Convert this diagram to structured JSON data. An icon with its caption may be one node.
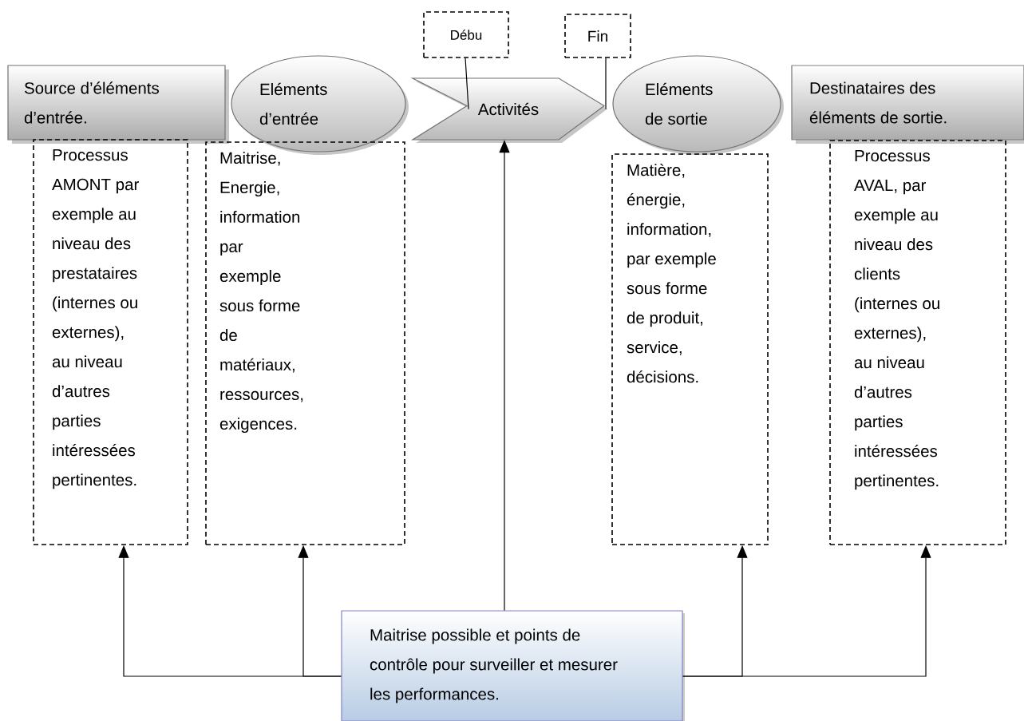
{
  "diagram": {
    "nodes": [
      {
        "text": [
          "Source d’éléments d’entrée."
        ]
      },
      {
        "text": [
          "Processus AMONT par exemple au niveau des prestataires (internes ou externes), au niveau d’autres parties intéressées pertinentes."
        ]
      },
      {
        "text": [
          "Eléments d’entrée"
        ]
      },
      {
        "text": [
          "Maitrise, Energie, information par exemple sous forme de matériaux, ressources, exigences."
        ]
      },
      {
        "text": [
          "Activités"
        ]
      },
      {
        "text": [
          "Débu"
        ]
      },
      {
        "text": [
          "Fin"
        ]
      },
      {
        "text": [
          "Eléments de sortie"
        ]
      },
      {
        "text": [
          "Matière, énergie, information, par exemple sous forme de produit, service, décisions."
        ]
      },
      {
        "text": [
          "Destinataires des éléments de sortie."
        ]
      },
      {
        "text": [
          "Processus AVAL, par exemple au niveau des clients (internes ou externes), au niveau d’autres parties intéressées pertinentes."
        ]
      },
      {
        "text": [
          "Maitrise possible et points de contrôle pour surveiller et mesurer les performances."
        ]
      }
    ],
    "edges": [
      {
        "from": 11,
        "to": 1,
        "arrow": "to"
      },
      {
        "from": 11,
        "to": 3,
        "arrow": "to"
      },
      {
        "from": 11,
        "to": 4,
        "arrow": "to"
      },
      {
        "from": 11,
        "to": 8,
        "arrow": "to"
      },
      {
        "from": 11,
        "to": 10,
        "arrow": "to"
      },
      {
        "from": 5,
        "to": 4,
        "arrow": "none"
      },
      {
        "from": 6,
        "to": 4,
        "arrow": "none"
      }
    ]
  }
}
